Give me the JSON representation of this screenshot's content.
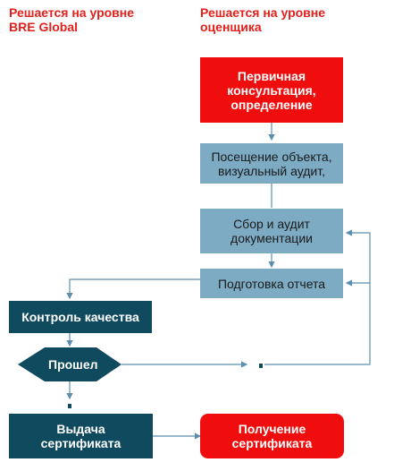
{
  "headers": {
    "left": "Решается на уровне\nBRE Global",
    "right": "Решается на уровне\nоценщика"
  },
  "nodes": {
    "consultation": "Первичная\nконсультация,\nопределение",
    "site_visit": "Посещение объекта,\nвизуальный аудит,",
    "docs_audit": "Сбор и аудит\nдокументации",
    "report": "Подготовка отчета",
    "quality_control": "Контроль качества",
    "passed": "Прошел",
    "issue_cert": "Выдача\nсертификата",
    "receive_cert": "Получение\nсертификата"
  },
  "colors": {
    "header_red": "#e3201b",
    "box_red": "#f00d0d",
    "box_blue": "#7dabc4",
    "box_navy": "#0f4a5e",
    "connector": "#5b8fb0"
  }
}
